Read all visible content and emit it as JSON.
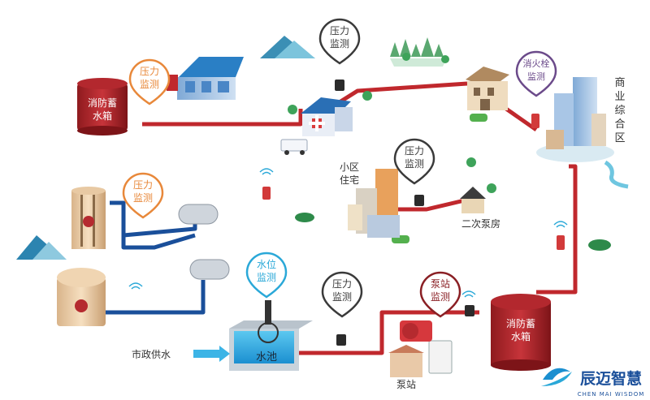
{
  "pins": {
    "pressure_top_left": [
      "压力",
      "监测"
    ],
    "pressure_top_center": [
      "压力",
      "监测"
    ],
    "hydrant": [
      "消火栓",
      "监测"
    ],
    "pressure_residential": [
      "压力",
      "监测"
    ],
    "pressure_mid_left": [
      "压力",
      "监测"
    ],
    "water_level": [
      "水位",
      "监测"
    ],
    "pressure_bottom": [
      "压力",
      "监测"
    ],
    "pump_station_monitor": [
      "泵站",
      "监测"
    ]
  },
  "tanks": {
    "fire_tank_top": [
      "消防蓄",
      "水箱"
    ],
    "fire_tank_bottom": [
      "消防蓄",
      "水箱"
    ]
  },
  "labels": {
    "commercial_area": [
      "商",
      "业",
      "综",
      "合",
      "区"
    ],
    "residential": [
      "小区",
      "住宅"
    ],
    "secondary_pump_room": "二次泵房",
    "municipal_supply": "市政供水",
    "pool": "水池",
    "pump_station": "泵站"
  },
  "logo": {
    "name_cn": "辰迈智慧",
    "name_en": "CHEN MAI WISDOM"
  },
  "colors": {
    "pipe_red": "#c0282d",
    "pipe_blue": "#1a4f9a",
    "pin_orange": "#e8883a",
    "pin_dark": "#3a3a3a",
    "pin_purple": "#6b4a8a",
    "pin_cyan": "#2aa8d8",
    "pin_maroon": "#8a1f24",
    "arrow_cyan": "#3cb4e6"
  }
}
